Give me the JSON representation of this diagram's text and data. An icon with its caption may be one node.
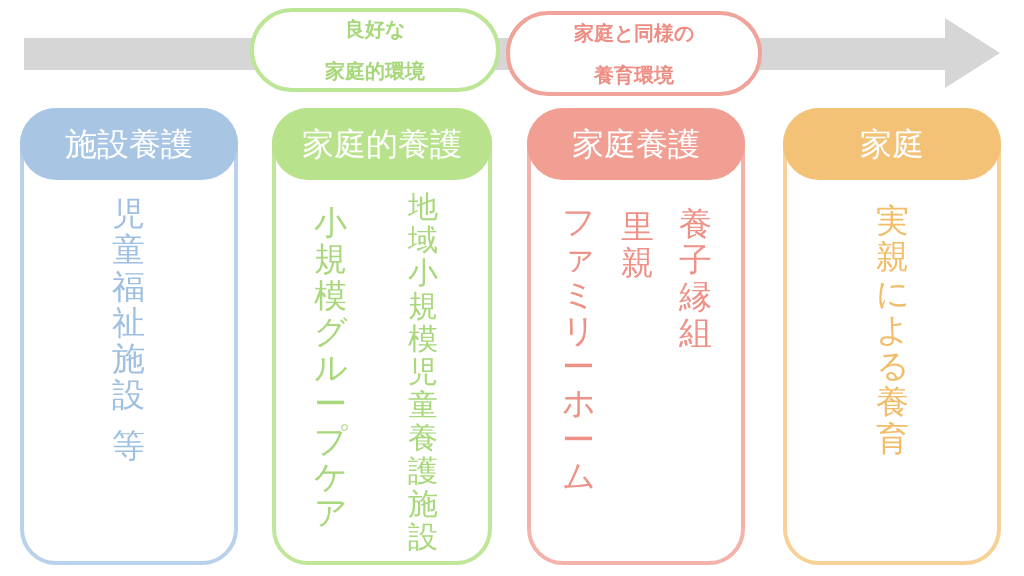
{
  "diagram": {
    "nodes": [
      {
        "text": [
          "良好な家庭的環境"
        ]
      },
      {
        "text": [
          "家庭と同様の養育環境"
        ]
      },
      {
        "text": [
          "児童福祉施設",
          "等"
        ]
      },
      {
        "text": [
          "施設養護"
        ],
        "in": 2
      },
      {
        "text": [
          "小規模グループケア",
          "地域小規模児童養護施設"
        ]
      },
      {
        "text": [
          "家庭的養護"
        ],
        "in": 4
      },
      {
        "text": [
          "ファミリーホーム",
          "里親",
          "養子縁組"
        ]
      },
      {
        "text": [
          "家庭養護"
        ],
        "in": 6
      },
      {
        "text": [
          "実親による養育"
        ]
      },
      {
        "text": [
          "家庭"
        ],
        "in": 8
      }
    ]
  }
}
